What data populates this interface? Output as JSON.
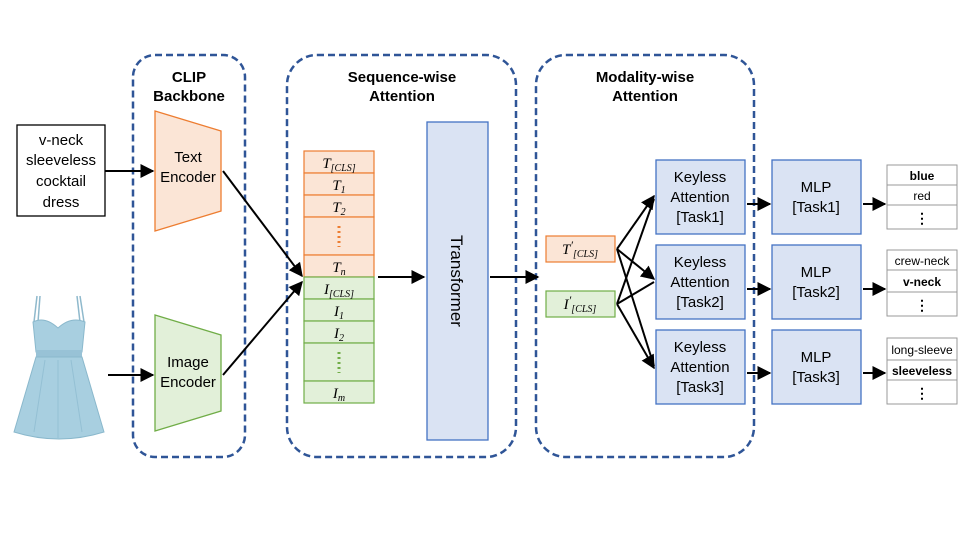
{
  "panels": {
    "clip_line1": "CLIP",
    "clip_line2": "Backbone",
    "seq_line1": "Sequence-wise",
    "seq_line2": "Attention",
    "mod_line1": "Modality-wise",
    "mod_line2": "Attention"
  },
  "input_text": [
    "v-neck",
    "sleeveless",
    "cocktail",
    "dress"
  ],
  "text_encoder": [
    "Text",
    "Encoder"
  ],
  "image_encoder": [
    "Image",
    "Encoder"
  ],
  "text_tokens": {
    "cls": {
      "base": "T",
      "sub": "[CLS]"
    },
    "t1": {
      "base": "T",
      "sub": "1"
    },
    "t2": {
      "base": "T",
      "sub": "2"
    },
    "tn": {
      "base": "T",
      "sub": "n"
    }
  },
  "image_tokens": {
    "cls": {
      "base": "I",
      "sub": "[CLS]"
    },
    "i1": {
      "base": "I",
      "sub": "1"
    },
    "i2": {
      "base": "I",
      "sub": "2"
    },
    "im": {
      "base": "I",
      "sub": "m"
    }
  },
  "transformer": "Transformer",
  "cls_prime": {
    "text": {
      "base": "T",
      "prime": "′",
      "sub": "[CLS]"
    },
    "image": {
      "base": "I",
      "prime": "′",
      "sub": "[CLS]"
    }
  },
  "keyless": [
    {
      "line1": "Keyless",
      "line2": "Attention",
      "line3": "[Task1]"
    },
    {
      "line1": "Keyless",
      "line2": "Attention",
      "line3": "[Task2]"
    },
    {
      "line1": "Keyless",
      "line2": "Attention",
      "line3": "[Task3]"
    }
  ],
  "mlp": [
    {
      "line1": "MLP",
      "line2": "[Task1]"
    },
    {
      "line1": "MLP",
      "line2": "[Task2]"
    },
    {
      "line1": "MLP",
      "line2": "[Task3]"
    }
  ],
  "outputs": [
    {
      "item1": "blue",
      "item2": "red",
      "more": "⋮"
    },
    {
      "item1": "crew-neck",
      "item2": "v-neck",
      "more": "⋮"
    },
    {
      "item1": "long-sleeve",
      "item2": "sleeveless",
      "more": "⋮"
    }
  ],
  "colors": {
    "panel_border": "#2f5597",
    "text_fill": "#fbe5d6",
    "text_stroke": "#ed7d31",
    "image_fill": "#e2f0d9",
    "image_stroke": "#70ad47",
    "blue_fill": "#dae3f3",
    "blue_stroke": "#4472c4",
    "dress": "#a8cfe0"
  }
}
